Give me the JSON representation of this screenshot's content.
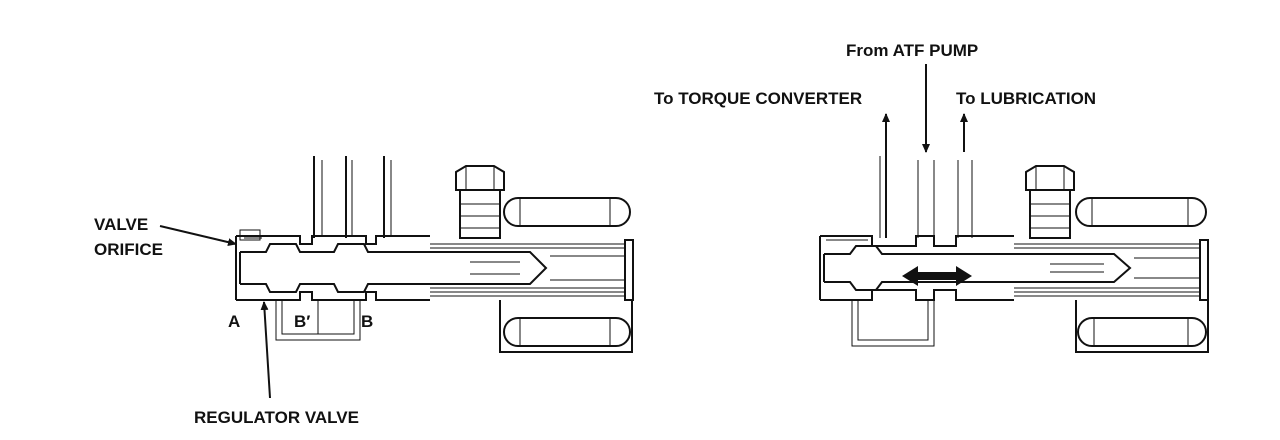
{
  "labels": {
    "valve": "VALVE",
    "orifice": "ORIFICE",
    "a": "A",
    "b_prime": "B′",
    "b": "B",
    "regulator_valve": "REGULATOR VALVE",
    "from_atf_pump": "From ATF PUMP",
    "to_torque_converter": "To TORQUE CONVERTER",
    "to_lubrication": "To LUBRICATION"
  }
}
